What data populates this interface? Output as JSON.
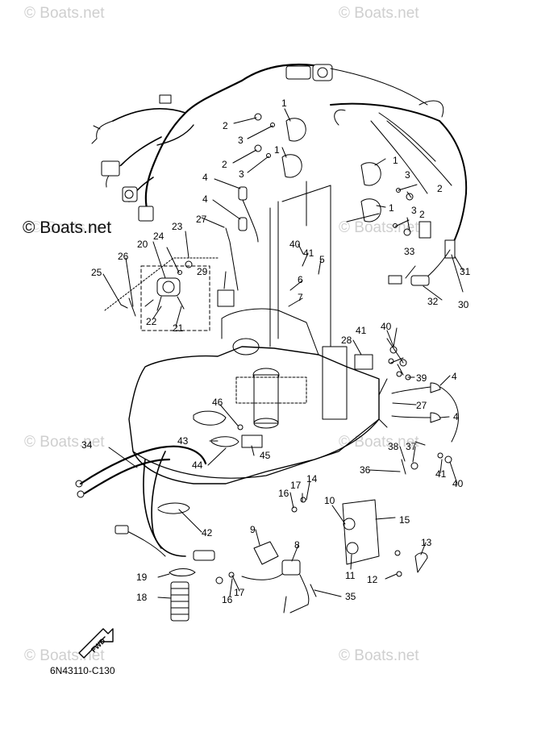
{
  "watermarks": {
    "top_left": "© Boats.net",
    "top_right": "© Boats.net",
    "middle_left": "© Boats.net",
    "center_left_strong": "© Boats.net",
    "center_right": "© Boats.net",
    "mid_low_left": "© Boats.net",
    "mid_low_right": "© Boats.net",
    "bottom_left": "© Boats.net",
    "bottom_right": "© Boats.net"
  },
  "fwd_label": "FWD",
  "diagram_code": "6N43110-C130",
  "callouts": [
    "1",
    "1",
    "1",
    "1",
    "2",
    "2",
    "2",
    "2",
    "3",
    "3",
    "3",
    "3",
    "4",
    "4",
    "4",
    "4",
    "5",
    "6",
    "7",
    "8",
    "9",
    "10",
    "11",
    "12",
    "13",
    "14",
    "15",
    "16",
    "16",
    "17",
    "17",
    "18",
    "19",
    "20",
    "21",
    "22",
    "23",
    "24",
    "25",
    "26",
    "27",
    "27",
    "28",
    "29",
    "30",
    "31",
    "32",
    "33",
    "34",
    "35",
    "36",
    "37",
    "38",
    "39",
    "40",
    "40",
    "40",
    "41",
    "41",
    "41",
    "42",
    "43",
    "44",
    "45",
    "46"
  ]
}
